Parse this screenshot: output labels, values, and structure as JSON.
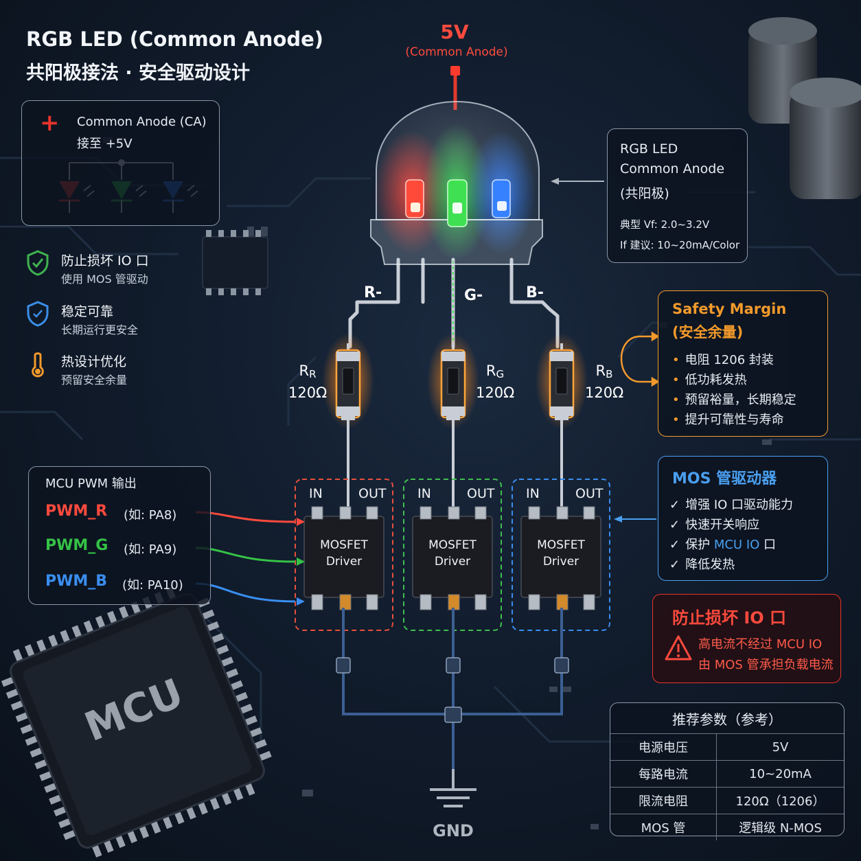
{
  "title": {
    "line1": "RGB LED (Common Anode)",
    "line2": "共阳极接法 · 安全驱动设计"
  },
  "supply": {
    "voltage": "5V",
    "note": "(Common Anode)"
  },
  "ca_box": {
    "title": "Common Anode (CA)",
    "subtitle": "接至 +5V",
    "plus_color": "#e8342c"
  },
  "features": [
    {
      "title": "防止损坏 IO 口",
      "desc": "使用 MOS 管驱动",
      "icon": "shield-check-icon",
      "color": "#3fb34f"
    },
    {
      "title": "稳定可靠",
      "desc": "长期运行更安全",
      "icon": "shield-icon",
      "color": "#3a8ee6"
    },
    {
      "title": "热设计优化",
      "desc": "预留安全余量",
      "icon": "thermometer-icon",
      "color": "#f39a2b"
    }
  ],
  "led_info": {
    "line1": "RGB LED",
    "line2": "Common Anode",
    "line3": "(共阳极)",
    "vf": "典型 Vf: 2.0~3.2V",
    "if": "If 建议: 10~20mA/Color"
  },
  "wires": {
    "r": "R-",
    "g": "G-",
    "b": "B-"
  },
  "resistors": [
    {
      "name": "R",
      "sub": "R",
      "value": "120Ω",
      "glow": "#ff8a1e"
    },
    {
      "name": "R",
      "sub": "G",
      "value": "120Ω",
      "glow": "#ff8a1e"
    },
    {
      "name": "R",
      "sub": "B",
      "value": "120Ω",
      "glow": "#ff8a1e"
    }
  ],
  "safety": {
    "title1": "Safety Margin",
    "title2": "(安全余量)",
    "items": [
      "电阻 1206 封装",
      "低功耗发热",
      "预留裕量，长期稳定",
      "提升可靠性与寿命"
    ],
    "color": "#f39a2b"
  },
  "mcu_pwm": {
    "title": "MCU PWM 输出",
    "rows": [
      {
        "label": "PWM_R",
        "pin": "(如: PA8)",
        "color": "#ff4a3d"
      },
      {
        "label": "PWM_G",
        "pin": "(如: PA9)",
        "color": "#35c246"
      },
      {
        "label": "PWM_B",
        "pin": "(如: PA10)",
        "color": "#3a8ef0"
      }
    ]
  },
  "drivers": [
    {
      "in": "IN",
      "out": "OUT",
      "line1": "MOSFET",
      "line2": "Driver",
      "color": "#e8503c"
    },
    {
      "in": "IN",
      "out": "OUT",
      "line1": "MOSFET",
      "line2": "Driver",
      "color": "#3fbf4f"
    },
    {
      "in": "IN",
      "out": "OUT",
      "line1": "MOSFET",
      "line2": "Driver",
      "color": "#3a8ef0"
    }
  ],
  "mos_box": {
    "title": "MOS 管驱动器",
    "items": [
      {
        "pre": "增强 IO 口驱动能力",
        "hl": "",
        "post": ""
      },
      {
        "pre": "快速开关响应",
        "hl": "",
        "post": ""
      },
      {
        "pre": "保护 ",
        "hl": "MCU IO",
        "post": " 口"
      },
      {
        "pre": "降低发热",
        "hl": "",
        "post": ""
      }
    ],
    "color": "#4a9ff0"
  },
  "protect_box": {
    "title": "防止损坏 IO 口",
    "line1": "高电流不经过 MCU IO",
    "line2": "由 MOS 管承担负载电流",
    "color": "#ff4a3d"
  },
  "params": {
    "title": "推荐参数（参考）",
    "rows": [
      [
        "电源电压",
        "5V"
      ],
      [
        "每路电流",
        "10~20mA"
      ],
      [
        "限流电阻",
        "120Ω（1206）"
      ],
      [
        "MOS 管",
        "逻辑级 N-MOS"
      ]
    ]
  },
  "mcu_chip": {
    "label": "MCU"
  },
  "ground": {
    "label": "GND"
  }
}
